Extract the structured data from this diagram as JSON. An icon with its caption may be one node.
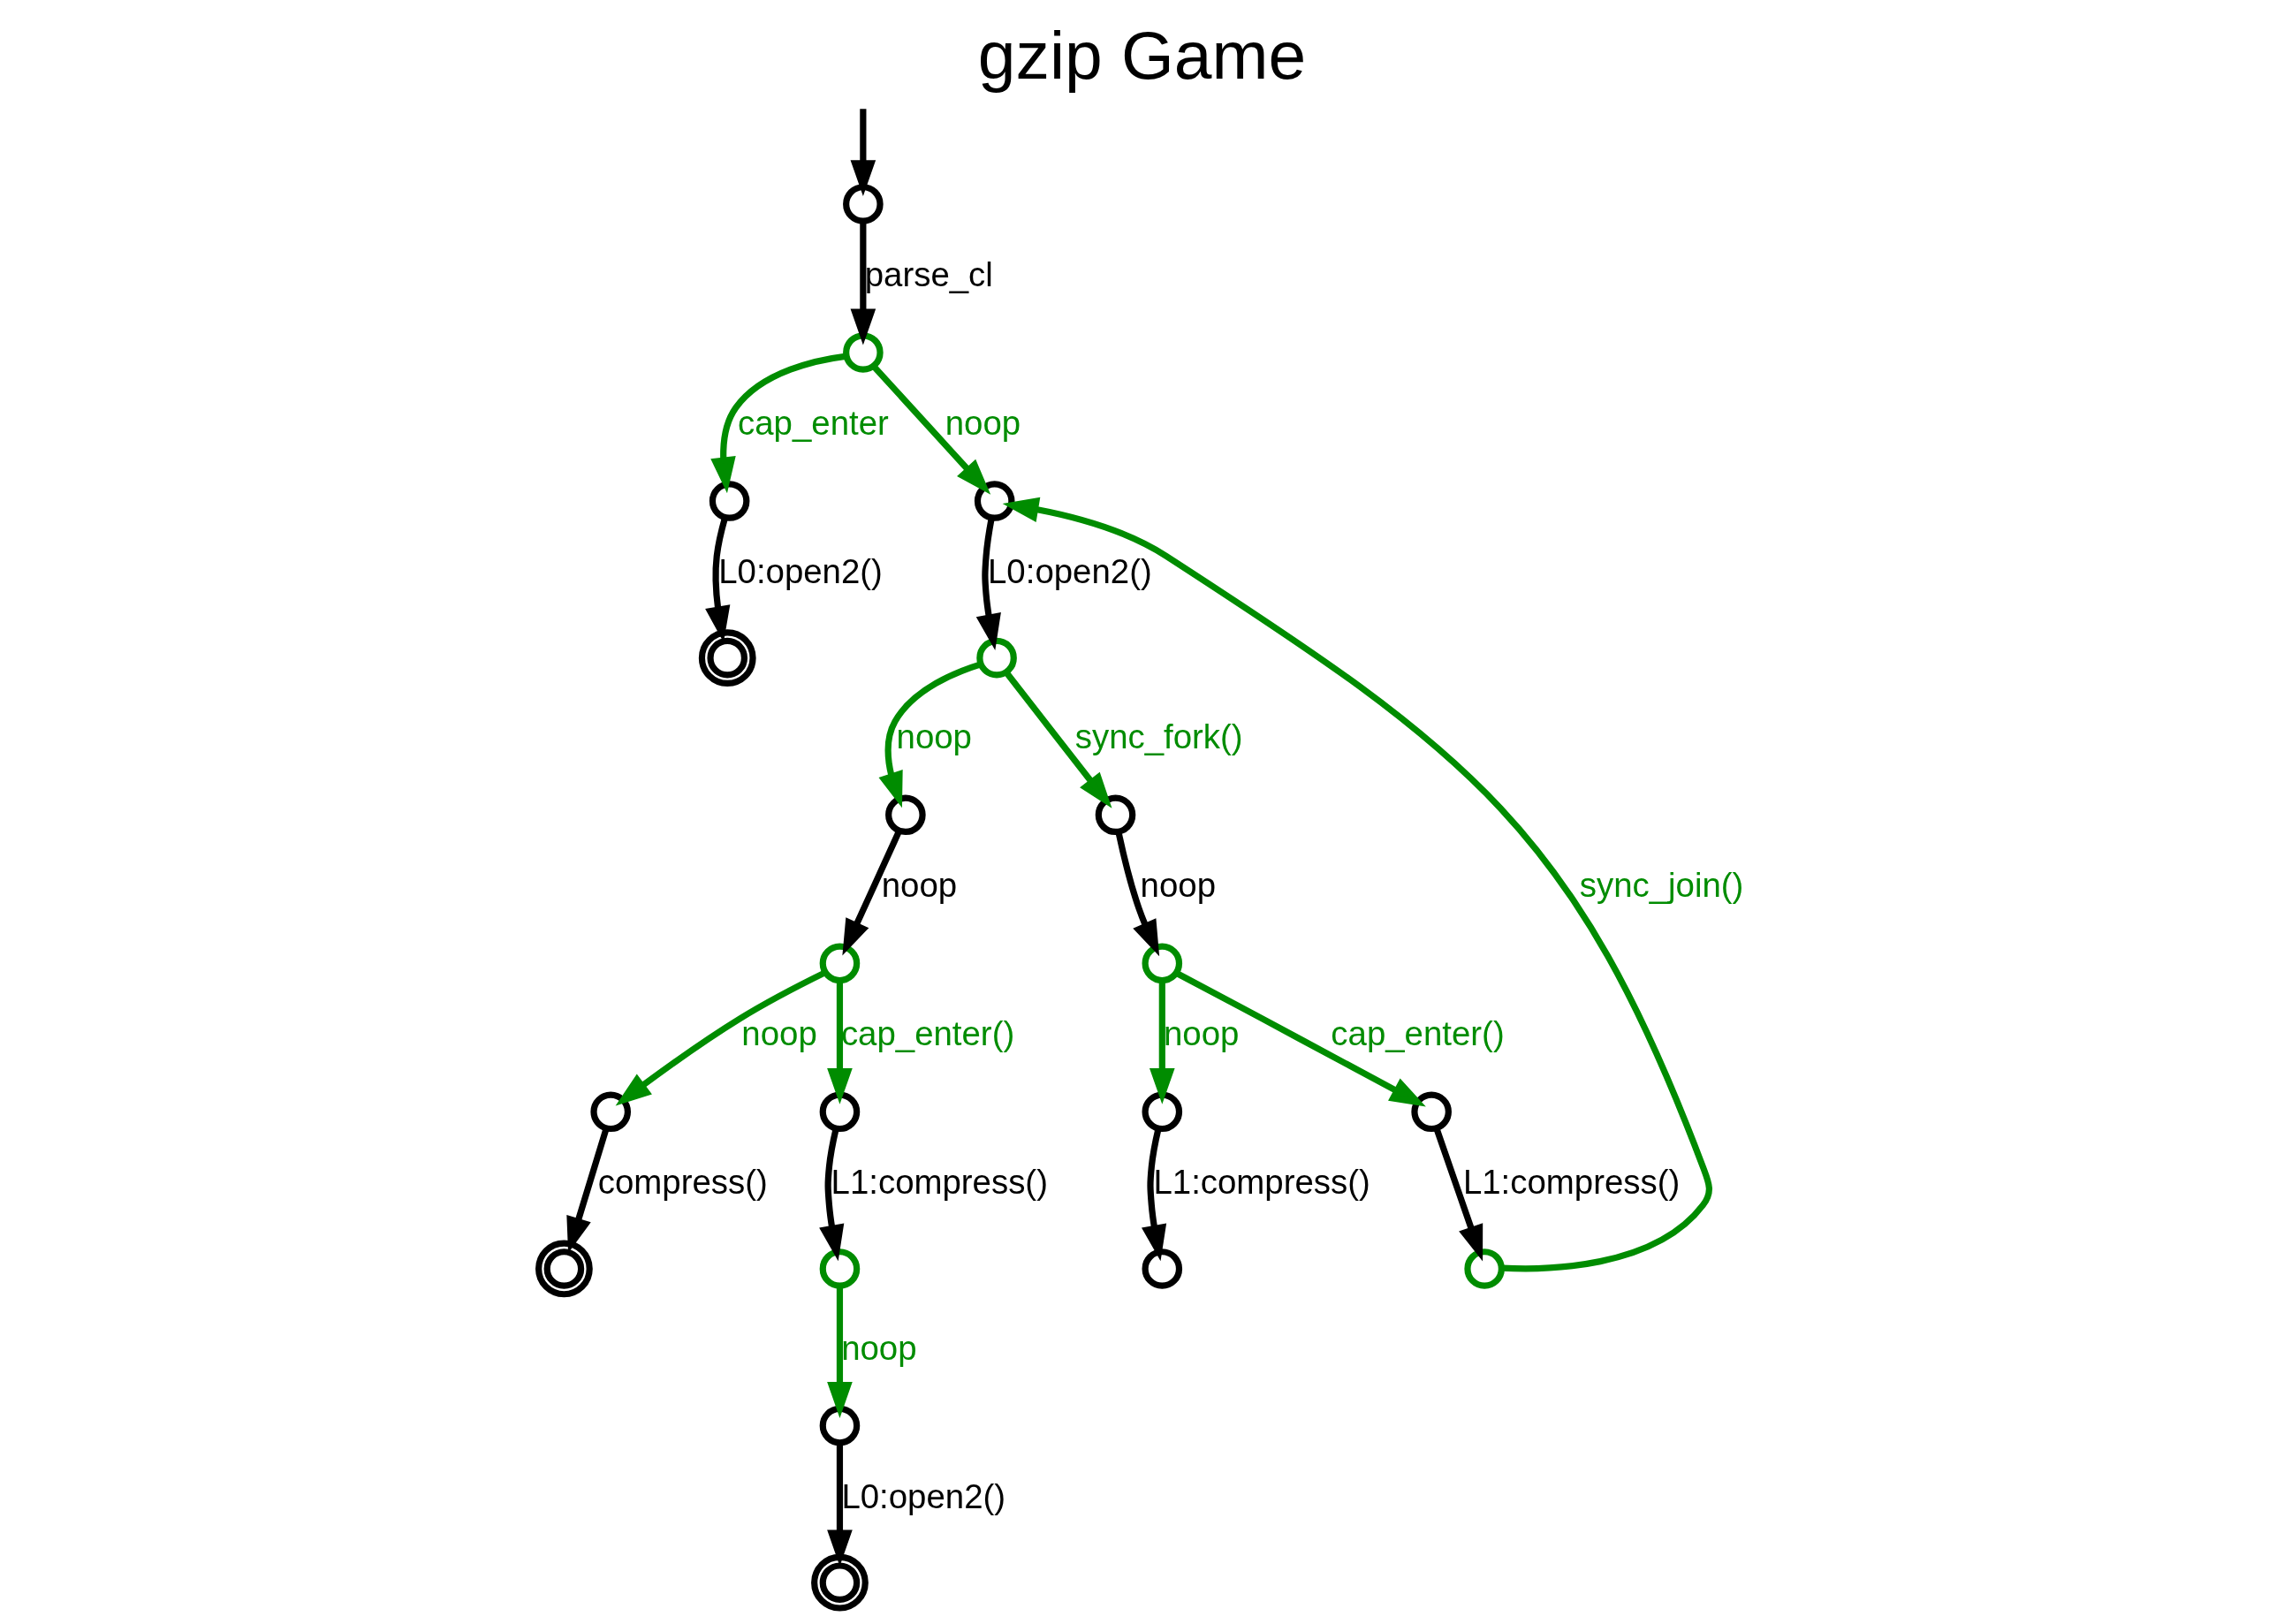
{
  "diagram": {
    "title": "gzip Game",
    "nodes": [
      {
        "text": [],
        "shape": "circle"
      },
      {
        "text": [],
        "shape": "circle"
      },
      {
        "text": [],
        "shape": "circle"
      },
      {
        "text": [],
        "shape": "doublecircle"
      },
      {
        "text": [],
        "shape": "circle"
      },
      {
        "text": [],
        "shape": "circle"
      },
      {
        "text": [],
        "shape": "circle"
      },
      {
        "text": [],
        "shape": "circle"
      },
      {
        "text": [],
        "shape": "circle"
      },
      {
        "text": [],
        "shape": "circle"
      },
      {
        "text": [],
        "shape": "circle"
      },
      {
        "text": [],
        "shape": "circle"
      },
      {
        "text": [],
        "shape": "circle"
      },
      {
        "text": [],
        "shape": "circle"
      },
      {
        "text": [],
        "shape": "doublecircle"
      },
      {
        "text": [],
        "shape": "circle"
      },
      {
        "text": [],
        "shape": "circle"
      },
      {
        "text": [],
        "shape": "circle"
      },
      {
        "text": [],
        "shape": "circle"
      },
      {
        "text": [],
        "shape": "doublecircle"
      }
    ],
    "edges": [
      {
        "from": null,
        "to": 0,
        "arrow": "to"
      },
      {
        "from": 0,
        "to": 1,
        "arrow": "to",
        "label": "parse_cl"
      },
      {
        "from": 1,
        "to": 2,
        "arrow": "to",
        "label": "cap_enter",
        "color": "#008c00"
      },
      {
        "from": 1,
        "to": 4,
        "arrow": "to",
        "label": "noop",
        "color": "#008c00"
      },
      {
        "from": 2,
        "to": 3,
        "arrow": "to",
        "label": "L0:open2()"
      },
      {
        "from": 4,
        "to": 5,
        "arrow": "to",
        "label": "L0:open2()"
      },
      {
        "from": 5,
        "to": 6,
        "arrow": "to",
        "label": "noop",
        "color": "#008c00"
      },
      {
        "from": 5,
        "to": 7,
        "arrow": "to",
        "label": "sync_fork()",
        "color": "#008c00"
      },
      {
        "from": 6,
        "to": 8,
        "arrow": "to",
        "label": "noop"
      },
      {
        "from": 7,
        "to": 9,
        "arrow": "to",
        "label": "noop"
      },
      {
        "from": 8,
        "to": 10,
        "arrow": "to",
        "label": "noop",
        "color": "#008c00"
      },
      {
        "from": 8,
        "to": 11,
        "arrow": "to",
        "label": "cap_enter()",
        "color": "#008c00"
      },
      {
        "from": 9,
        "to": 12,
        "arrow": "to",
        "label": "noop",
        "color": "#008c00"
      },
      {
        "from": 9,
        "to": 13,
        "arrow": "to",
        "label": "cap_enter()",
        "color": "#008c00"
      },
      {
        "from": 10,
        "to": 14,
        "arrow": "to",
        "label": "compress()"
      },
      {
        "from": 11,
        "to": 15,
        "arrow": "to",
        "label": "L1:compress()"
      },
      {
        "from": 12,
        "to": 16,
        "arrow": "to",
        "label": "L1:compress()"
      },
      {
        "from": 13,
        "to": 17,
        "arrow": "to",
        "label": "L1:compress()"
      },
      {
        "from": 15,
        "to": 18,
        "arrow": "to",
        "label": "noop",
        "color": "#008c00"
      },
      {
        "from": 18,
        "to": 19,
        "arrow": "to",
        "label": "L0:open2()"
      },
      {
        "from": 17,
        "to": 4,
        "arrow": "to",
        "label": "sync_join()",
        "color": "#008c00"
      }
    ]
  }
}
